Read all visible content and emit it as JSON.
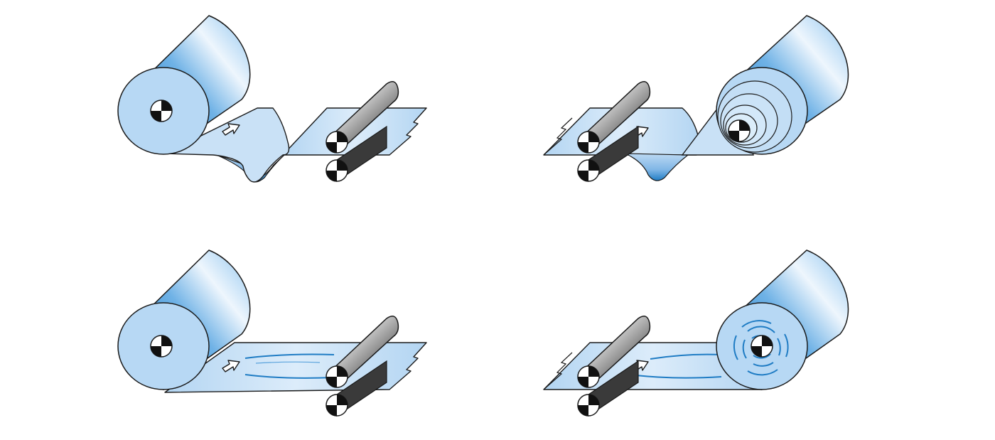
{
  "diagram": {
    "panels": [
      {
        "id": "unwind-sag",
        "roll_position": "left",
        "web_state": "sagging",
        "wound_roll": "plain"
      },
      {
        "id": "rewind-telescoped",
        "roll_position": "right",
        "web_state": "sagging",
        "wound_roll": "telescoped"
      },
      {
        "id": "unwind-wrinkles",
        "roll_position": "left",
        "web_state": "flat-with-wrinkles",
        "wound_roll": "plain"
      },
      {
        "id": "rewind-wrinkled",
        "roll_position": "right",
        "web_state": "flat-with-wrinkles",
        "wound_roll": "wrinkled-end"
      }
    ],
    "icons": [
      "roll-icon",
      "nip-roller-icon",
      "direction-arrow-icon",
      "center-marker-icon"
    ],
    "colors": {
      "roll_dark": "#1b7ac6",
      "roll_light": "#e6f2fc",
      "roll_face": "#b7d8f4",
      "web": "#bcd9f3",
      "web_shadow": "#1f7cc4",
      "roller_dark": "#333333",
      "roller_light": "#f2f2f2",
      "stroke": "#1a1a1a"
    }
  }
}
